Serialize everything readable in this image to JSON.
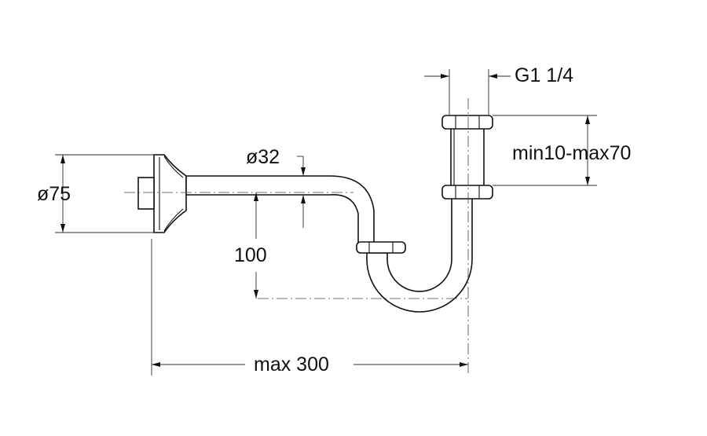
{
  "labels": {
    "thread": "G1 1/4",
    "range": "min10-max70",
    "pipe_diameter": "ø32",
    "flange_diameter": "ø75",
    "drop": "100",
    "length": "max 300"
  }
}
